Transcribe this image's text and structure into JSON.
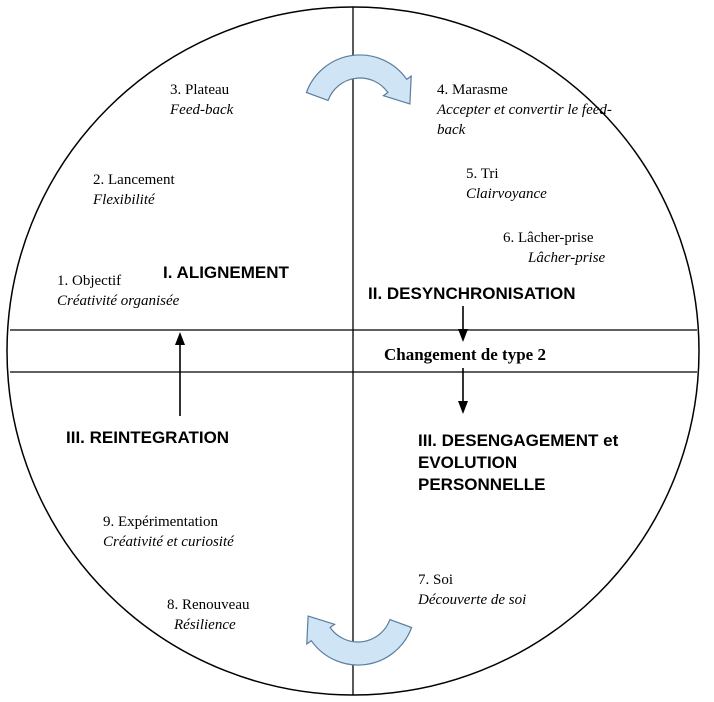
{
  "diagram": {
    "band_label": "Changement de type 2",
    "quadrants": {
      "alignement": "I. ALIGNEMENT",
      "desynchronisation": "II. DESYNCHRONISATION",
      "reintegration": "III. REINTEGRATION",
      "desengagement_lines": [
        "III. DESENGAGEMENT et",
        "EVOLUTION",
        "PERSONNELLE"
      ]
    },
    "stages": [
      {
        "label": "1. Objectif",
        "desc": "Créativité organisée"
      },
      {
        "label": "2. Lancement",
        "desc": "Flexibilité"
      },
      {
        "label": "3. Plateau",
        "desc": "Feed-back"
      },
      {
        "label": "4. Marasme",
        "desc": "Accepter et convertir le feed-back"
      },
      {
        "label": "5. Tri",
        "desc": "Clairvoyance"
      },
      {
        "label": "6. Lâcher-prise",
        "desc": "Lâcher-prise"
      },
      {
        "label": "7. Soi",
        "desc": "Découverte de soi"
      },
      {
        "label": "8. Renouveau",
        "desc": "Résilience"
      },
      {
        "label": "9. Expérimentation",
        "desc": "Créativité et curiosité"
      }
    ],
    "colors": {
      "line": "#000000",
      "arrow_fill": "#cfe4f5",
      "arrow_stroke": "#5b7e9e",
      "background": "#ffffff"
    }
  }
}
